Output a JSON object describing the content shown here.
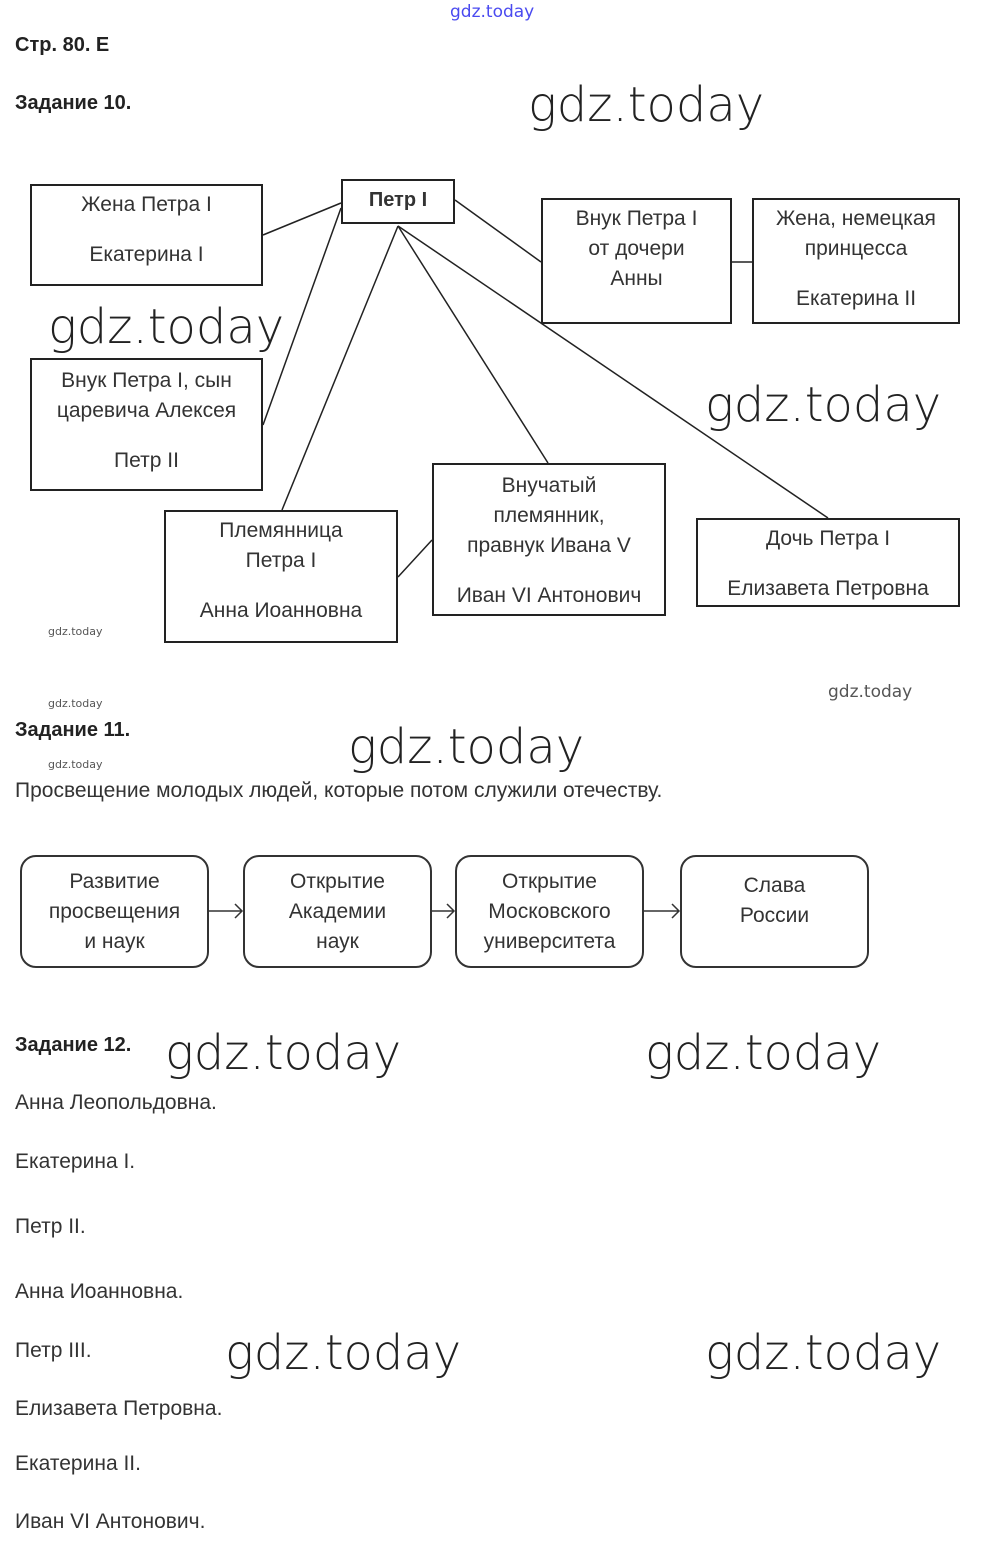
{
  "header": {
    "page": "Стр. 80. Е",
    "top_watermark": "gdz.today"
  },
  "watermark": "gdz.today",
  "task10": {
    "title": "Задание 10.",
    "center": "Петр I",
    "wife": [
      "Жена Петра I",
      "Екатерина I"
    ],
    "grandson_anna": [
      "Внук Петра I",
      "от дочери",
      "Анны"
    ],
    "german_wife": [
      "Жена, немецкая",
      "принцесса",
      "Екатерина II"
    ],
    "petr2": [
      "Внук Петра I, сын",
      "царевича Алексея",
      "Петр II"
    ],
    "anna": [
      "Племянница",
      "Петра I",
      "Анна Иоанновна"
    ],
    "ivan6": [
      "Внучатый",
      "племянник,",
      "правнук Ивана V",
      "Иван VI Антонович"
    ],
    "elizaveta": [
      "Дочь Петра I",
      "Елизавета Петровна"
    ]
  },
  "task11": {
    "title": "Задание 11.",
    "text": "Просвещение молодых людей, которые потом служили отечеству.",
    "flow": [
      [
        "Развитие",
        "просвещения",
        "и наук"
      ],
      [
        "Открытие",
        "Академии",
        "наук"
      ],
      [
        "Открытие",
        "Московского",
        "университета"
      ],
      [
        "Слава",
        "России"
      ]
    ]
  },
  "task12": {
    "title": "Задание 12.",
    "items": [
      "Анна Леопольдовна.",
      "Екатерина I.",
      "Петр II.",
      "Анна Иоанновна.",
      "Петр III.",
      "Елизавета Петровна.",
      "Екатерина II.",
      "Иван VI Антонович."
    ]
  }
}
